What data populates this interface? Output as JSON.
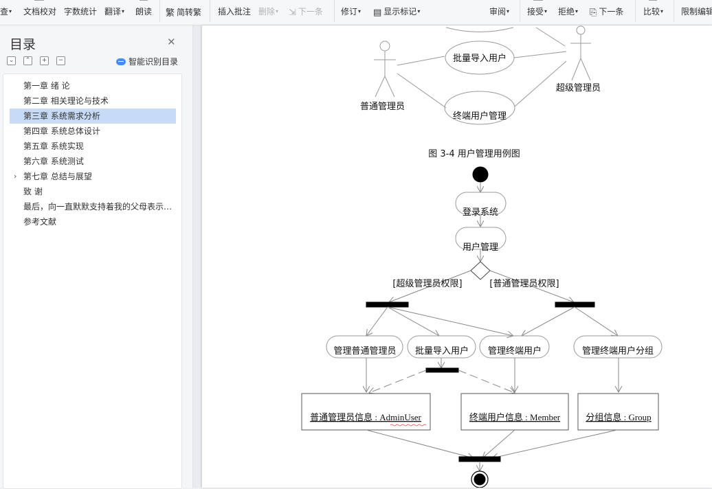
{
  "toolbar": {
    "items": [
      {
        "label": "查",
        "caret": "▾"
      },
      {
        "label": "文档校对"
      },
      {
        "label": "字数统计"
      },
      {
        "label": "翻译",
        "caret": "▾"
      },
      {
        "label": "朗读"
      },
      {
        "label": "简转繁"
      },
      {
        "label": "插入批注"
      },
      {
        "label": "删除",
        "caret": "▾"
      },
      {
        "label": "下一条"
      },
      {
        "label": "修订",
        "caret": "▾"
      },
      {
        "label": "显示标记",
        "caret": "▾"
      },
      {
        "label": "审阅",
        "caret": "▾"
      },
      {
        "label": "接受",
        "caret": "▾"
      },
      {
        "label": "拒绝",
        "caret": "▾"
      },
      {
        "label": "下一条"
      },
      {
        "label": "比较",
        "caret": "▾"
      },
      {
        "label": "限制编辑"
      }
    ]
  },
  "sidebar": {
    "title": "目录",
    "smart_label": "智能识别目录",
    "items": [
      {
        "label": "第一章 绪 论"
      },
      {
        "label": "第二章 相关理论与技术"
      },
      {
        "label": "第三章 系统需求分析",
        "selected": true
      },
      {
        "label": "第四章 系统总体设计"
      },
      {
        "label": "第五章 系统实现"
      },
      {
        "label": "第六章 系统测试"
      },
      {
        "label": "第七章 总结与展望",
        "expandable": true
      },
      {
        "label": "致 谢"
      },
      {
        "label": "最后，向一直默默支持着我的父母表示感谢。"
      },
      {
        "label": "参考文献"
      }
    ]
  },
  "document": {
    "usecase": {
      "actor_left": "普通管理员",
      "actor_right": "超级管理员",
      "case_batch": "批量导入用户",
      "case_terminal": "终端用户管理"
    },
    "caption": "图 3-4 用户管理用例图",
    "activity": {
      "login": "登录系统",
      "user_mgmt": "用户管理",
      "guard_super": "[超级管理员权限]",
      "guard_normal": "[普通管理员权限]",
      "act_manage_admin": "管理普通管理员",
      "act_batch_import": "批量导入用户",
      "act_manage_terminal": "管理终端用户",
      "act_manage_group": "管理终端用户分组",
      "obj_admin": "普通管理员信息 : AdminUser",
      "obj_member": "终端用户信息 : Member",
      "obj_group": "分组信息 : Group"
    }
  }
}
